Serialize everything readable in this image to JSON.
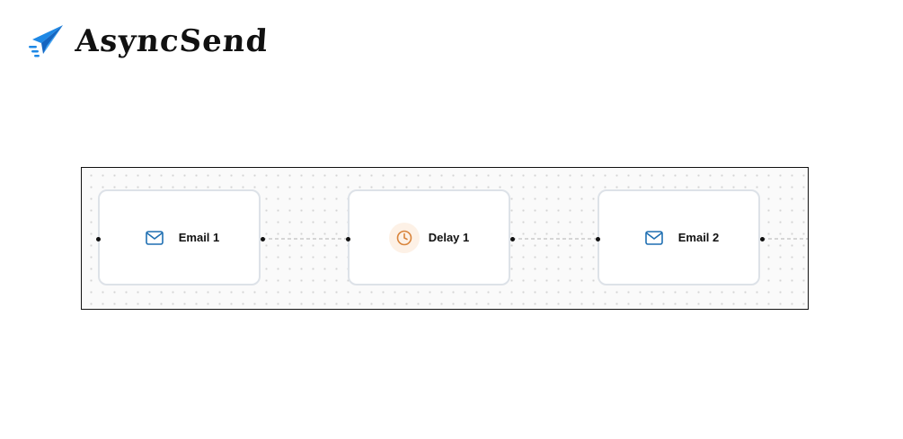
{
  "brand": {
    "name": "AsyncSend",
    "logo_icon": "paper-plane-icon",
    "logo_color": "#1e88e5"
  },
  "workflow": {
    "nodes": [
      {
        "id": "email-1",
        "label": "Email 1",
        "icon": "mail-icon",
        "icon_color": "#1f6fb2"
      },
      {
        "id": "delay-1",
        "label": "Delay 1",
        "icon": "clock-icon",
        "icon_color": "#d9843b"
      },
      {
        "id": "email-2",
        "label": "Email 2",
        "icon": "mail-icon",
        "icon_color": "#1f6fb2"
      }
    ],
    "edge_color": "#bfbfbf",
    "edge_style": "dashed"
  }
}
